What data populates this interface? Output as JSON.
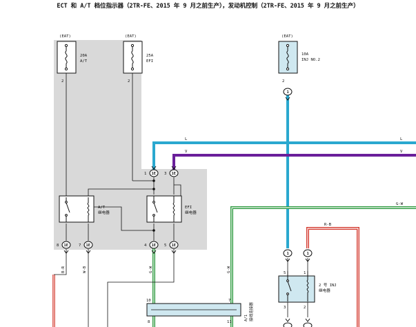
{
  "title": "ECT 和 A/T 档位指示器（2TR-FE、2015 年 9 月之前生产），发动机控制（2TR-FE、2015 年 9 月之前生产）",
  "fuses": {
    "at": {
      "box": "(EAT)",
      "rating": "20A",
      "name": "A/T",
      "pin": "2"
    },
    "efi": {
      "box": "(EAT)",
      "rating": "25A",
      "name": "EFI",
      "pin": "2"
    },
    "inj": {
      "box": "(EAT)",
      "rating": "10A",
      "name": "INJ NO.2",
      "pin": "2"
    }
  },
  "connectors": {
    "c1": "1E",
    "c2": "1E",
    "c3": "1E",
    "c4": "1E",
    "c5": "1E",
    "c6": "1E",
    "c_inj_top": "1",
    "c_inj_left": "1",
    "c_inj_right": "1"
  },
  "pins": {
    "c1": "1",
    "c2": "3",
    "c3": "8",
    "c4": "7",
    "c5": "4",
    "c6": "5",
    "inj_relay_left": "5",
    "inj_relay_right": "1",
    "inj_relay_bl": "3",
    "inj_relay_br": "2",
    "junction_10": "10",
    "junction_7": "7",
    "junction_8": "8",
    "junction_11": "11"
  },
  "relays": {
    "at": {
      "name": "A/T",
      "sub": "继电器"
    },
    "efi": {
      "name": "EFI",
      "sub": "继电器"
    },
    "inj": {
      "name": "2 号 INJ",
      "sub": "继电器"
    }
  },
  "wires": {
    "L1": "L",
    "V1": "V",
    "L2": "L",
    "V2": "V",
    "gw": "G-W",
    "rb": "R-B",
    "v_br": "B-R",
    "v_wb": "W-B",
    "v_gw": "G-W",
    "v_gw2": "G-W"
  },
  "junction": {
    "label": "A/1",
    "sub": "接线连接器"
  },
  "colors": {
    "panel": "#d9d9d9",
    "blue": "#2aa8cf",
    "purple": "#6a1f9a",
    "green": "#2d9a3f",
    "red": "#d43a2f",
    "junction": "#cfe8f0"
  }
}
